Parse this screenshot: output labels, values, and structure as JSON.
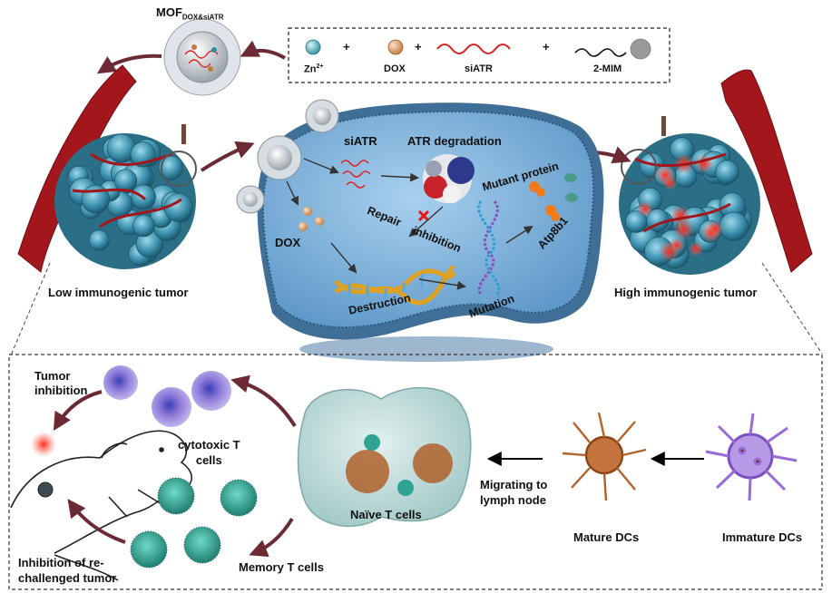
{
  "top": {
    "mof_title_main": "MOF",
    "mof_title_sub": "DOX&siATR"
  },
  "legend": {
    "zn_main": "Zn",
    "zn_sup": "2+",
    "dox": "DOX",
    "siatr": "siATR",
    "mim": "2-MIM",
    "plus": "+"
  },
  "cell": {
    "siatr": "siATR",
    "atr_degradation": "ATR degradation",
    "dox": "DOX",
    "repair": "Repair",
    "inhibition": "inhibition",
    "mutant_protein": "Mutant protein",
    "atp8b1": "Atp8b1",
    "destruction": "Destruction",
    "mutation": "Mutation"
  },
  "tumors": {
    "low": "Low immunogenic tumor",
    "high": "High immunogenic tumor"
  },
  "bottom": {
    "tumor_inhibition_1": "Tumor",
    "tumor_inhibition_2": "inhibition",
    "cytotoxic_1": "cytotoxic T",
    "cytotoxic_2": "cells",
    "naive": "Naïve T cells",
    "migrating_1": "Migrating to",
    "migrating_2": "lymph node",
    "mature": "Mature DCs",
    "immature": "Immature DCs",
    "memory": "Memory T cells",
    "rechallenge_1": "Inhibition of re-",
    "rechallenge_2": "challenged tumor"
  },
  "colors": {
    "cell_fill": "#7db3dc",
    "cell_edge": "#3f6f96",
    "vessel": "#a3161c",
    "tumor": "#3e93b0",
    "arrow_dark": "#6b2a34",
    "dc_mature": "#b3622a",
    "dc_immature": "#9a6ad6",
    "ctl": "#7c64c8",
    "memory": "#2ea394"
  }
}
